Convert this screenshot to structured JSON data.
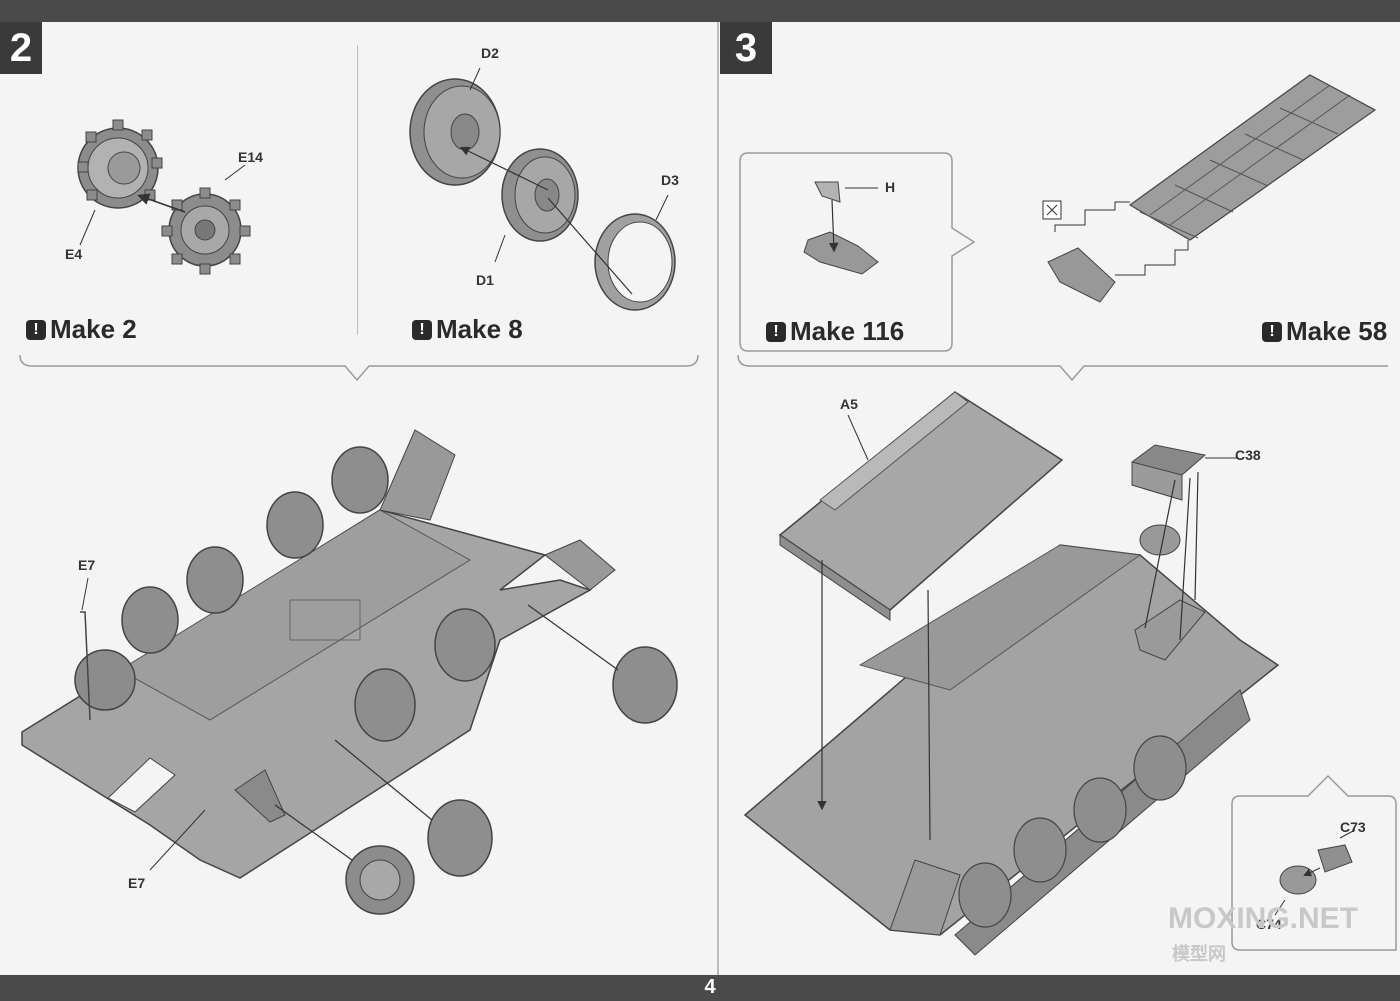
{
  "page": {
    "number": "4"
  },
  "steps": [
    {
      "number": "2"
    },
    {
      "number": "3"
    }
  ],
  "make_labels": {
    "idler": "Make 2",
    "wheel": "Make 8",
    "track_link": "Make 116",
    "track_assembly": "Make 58"
  },
  "part_labels": {
    "E4": "E4",
    "E14": "E14",
    "D1": "D1",
    "D2": "D2",
    "D3": "D3",
    "H": "H",
    "E7_top": "E7",
    "E7_bottom": "E7",
    "A5": "A5",
    "C38": "C38",
    "C73": "C73",
    "C74": "C74"
  },
  "watermark": {
    "text": "MOXING.NET",
    "subtext": "模型网"
  },
  "colors": {
    "bar": "#4a4a4a",
    "part_fill": "#a9a9a9",
    "part_dark": "#6e6e6e",
    "line": "#555555"
  }
}
